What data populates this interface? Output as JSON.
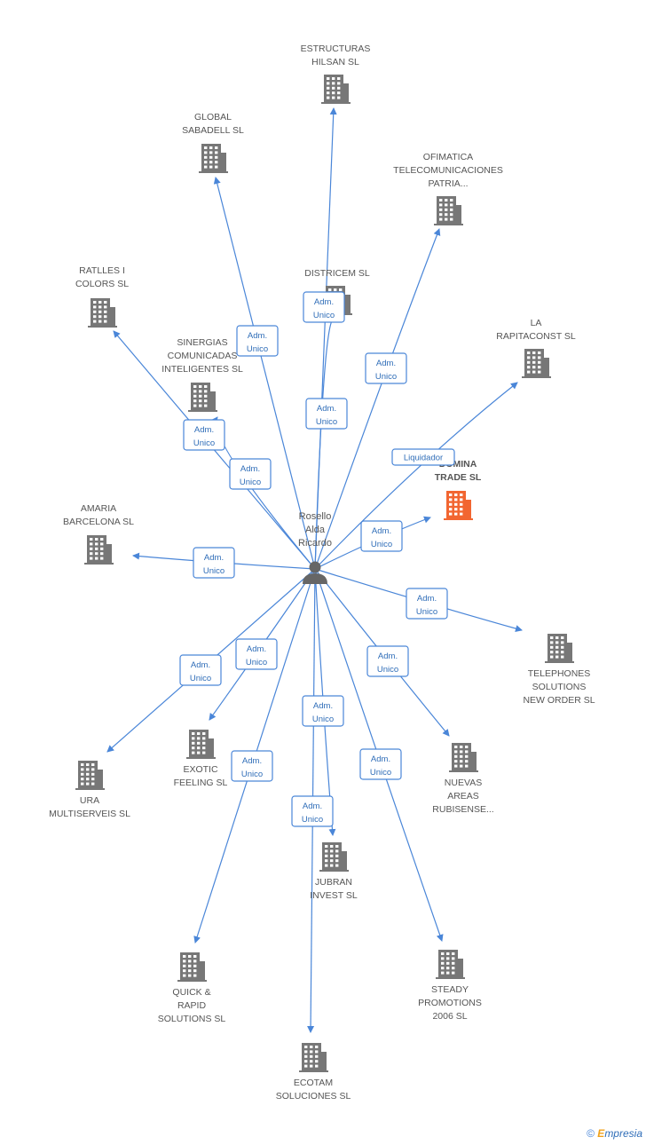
{
  "center": {
    "label_lines": [
      "Rosello",
      "Alda",
      "Ricardo"
    ],
    "icon": "person-icon"
  },
  "nodes": [
    {
      "id": "estructuras",
      "lines": [
        "ESTRUCTURAS",
        "HILSAN  SL"
      ],
      "role": null
    },
    {
      "id": "global",
      "lines": [
        "GLOBAL",
        "SABADELL SL"
      ],
      "role": [
        "Adm.",
        "Unico"
      ]
    },
    {
      "id": "ofimatica",
      "lines": [
        "OFIMATICA",
        "TELECOMUNICACIONES",
        "PATRIA..."
      ],
      "role": [
        "Adm.",
        "Unico"
      ]
    },
    {
      "id": "districem",
      "lines": [
        "DISTRICEM SL"
      ],
      "role": [
        "Adm.",
        "Unico"
      ]
    },
    {
      "id": "ratlles",
      "lines": [
        "RATLLES I",
        "COLORS SL"
      ],
      "role": null
    },
    {
      "id": "rapitaconst",
      "lines": [
        "LA",
        "RAPITACONST SL"
      ],
      "role": [
        "Liquidador"
      ]
    },
    {
      "id": "sinergias",
      "lines": [
        "SINERGIAS",
        "COMUNICADAS",
        "INTELIGENTES SL"
      ],
      "role": [
        "Adm.",
        "Unico"
      ]
    },
    {
      "id": "domina",
      "lines": [
        "DOMINA",
        "TRADE SL"
      ],
      "role": [
        "Adm.",
        "Unico"
      ],
      "focus": true
    },
    {
      "id": "amaria",
      "lines": [
        "AMARIA",
        "BARCELONA SL"
      ],
      "role": [
        "Adm.",
        "Unico"
      ]
    },
    {
      "id": "telephones",
      "lines": [
        "TELEPHONES",
        "SOLUTIONS",
        "NEW ORDER SL"
      ],
      "role": [
        "Adm.",
        "Unico"
      ]
    },
    {
      "id": "ura",
      "lines": [
        "URA",
        "MULTISERVEIS SL"
      ],
      "role": [
        "Adm.",
        "Unico"
      ]
    },
    {
      "id": "exotic",
      "lines": [
        "EXOTIC",
        "FEELING SL"
      ],
      "role": [
        "Adm.",
        "Unico"
      ]
    },
    {
      "id": "nuevas",
      "lines": [
        "NUEVAS",
        "AREAS",
        "RUBISENSE..."
      ],
      "role": [
        "Adm.",
        "Unico"
      ]
    },
    {
      "id": "jubran",
      "lines": [
        "JUBRAN",
        "INVEST SL"
      ],
      "role": [
        "Adm.",
        "Unico"
      ]
    },
    {
      "id": "quick",
      "lines": [
        "QUICK &",
        "RAPID",
        "SOLUTIONS SL"
      ],
      "role": [
        "Adm.",
        "Unico"
      ]
    },
    {
      "id": "steady",
      "lines": [
        "STEADY",
        "PROMOTIONS",
        "2006 SL"
      ],
      "role": [
        "Adm.",
        "Unico"
      ]
    },
    {
      "id": "ecotam",
      "lines": [
        "ECOTAM",
        "SOLUCIONES SL"
      ],
      "role": [
        "Adm.",
        "Unico"
      ]
    }
  ],
  "extra_roles": [
    [
      "Adm.",
      "Unico"
    ],
    [
      "Adm.",
      "Unico"
    ]
  ],
  "colors": {
    "edge": "#4a86d8",
    "company": "#777777",
    "focus_company": "#f26631",
    "person": "#666666"
  },
  "footer": {
    "copyright": "©",
    "brand_e": "E",
    "brand_rest": "mpresia"
  }
}
